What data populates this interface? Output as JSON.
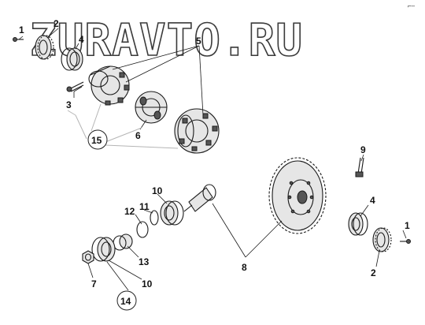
{
  "watermark": "ZURAVTO.RU",
  "corner_mark": "⌐–",
  "callouts": {
    "c1a": "1",
    "c2a": "2",
    "c4a": "4",
    "c5": "5",
    "c3": "3",
    "c15": "15",
    "c6": "6",
    "c9": "9",
    "c10a": "10",
    "c11": "11",
    "c12": "12",
    "c4b": "4",
    "c1b": "1",
    "c13": "13",
    "c8": "8",
    "c2b": "2",
    "c7": "7",
    "c10b": "10",
    "c14": "14"
  }
}
